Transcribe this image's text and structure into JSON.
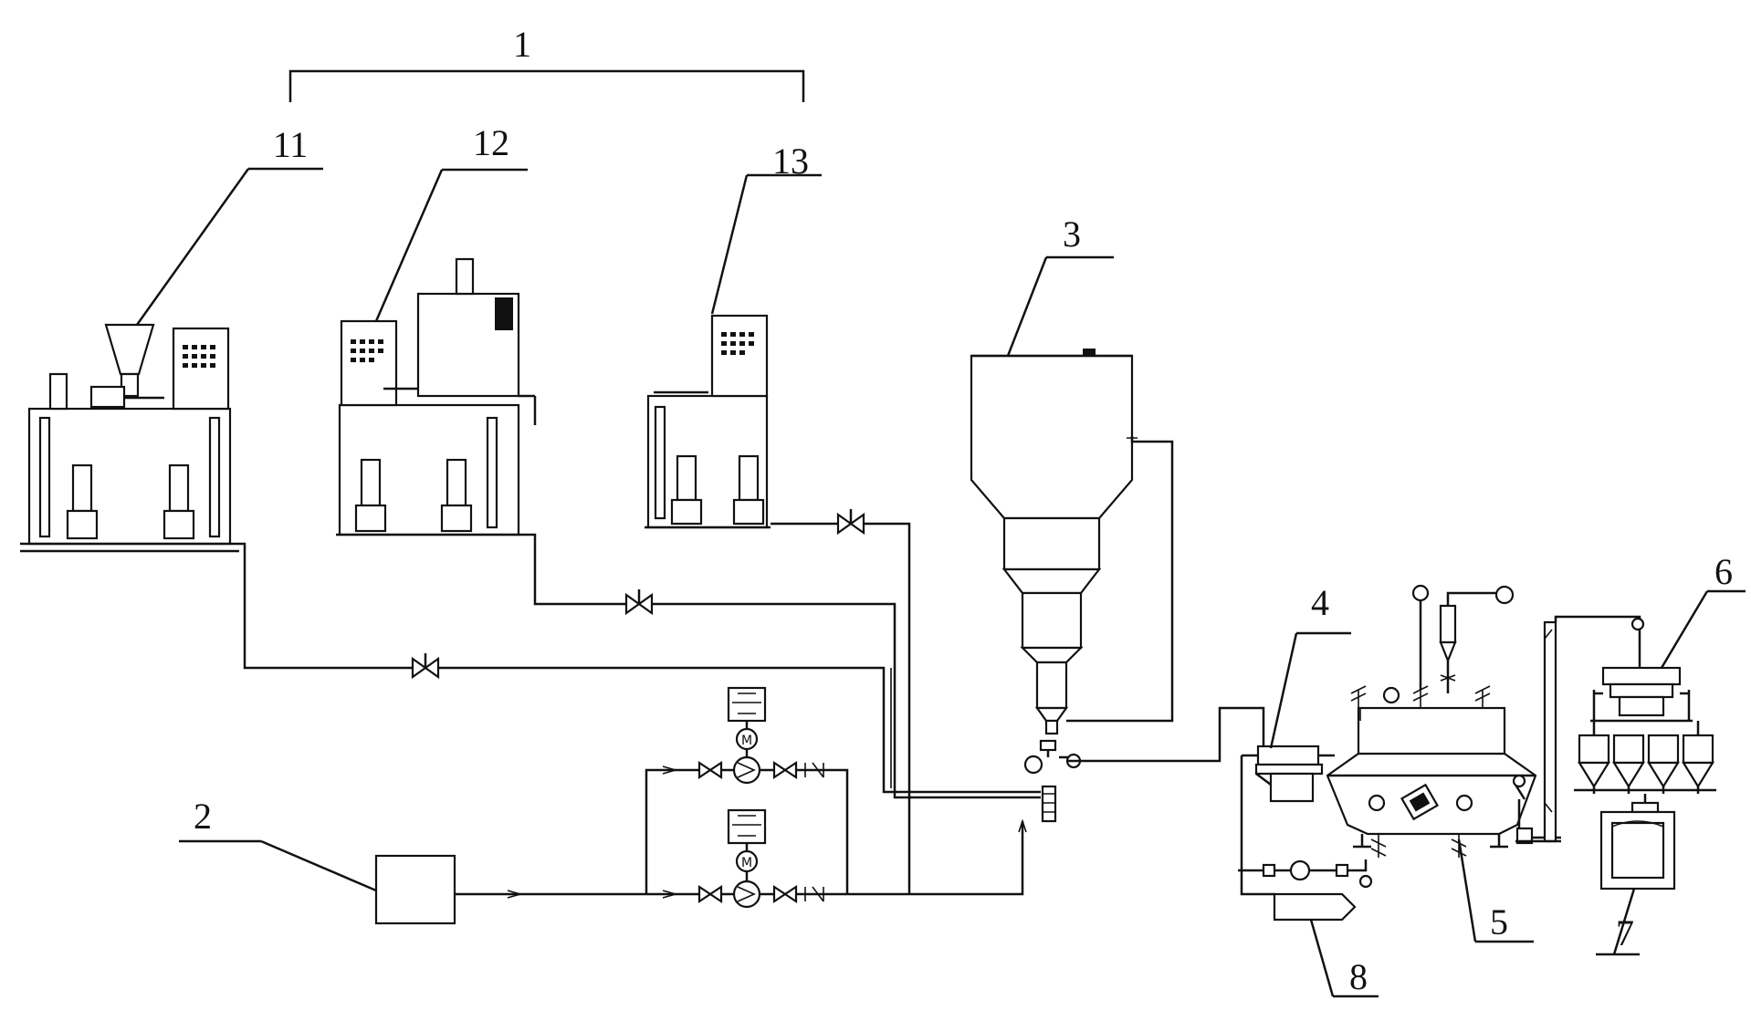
{
  "labels": {
    "system": "1",
    "unit11": "11",
    "unit12": "12",
    "unit13": "13",
    "water_source": "2",
    "spray_tower": "3",
    "feeder": "4",
    "dryer": "5",
    "sieve": "6",
    "packer": "7",
    "heater": "8"
  }
}
